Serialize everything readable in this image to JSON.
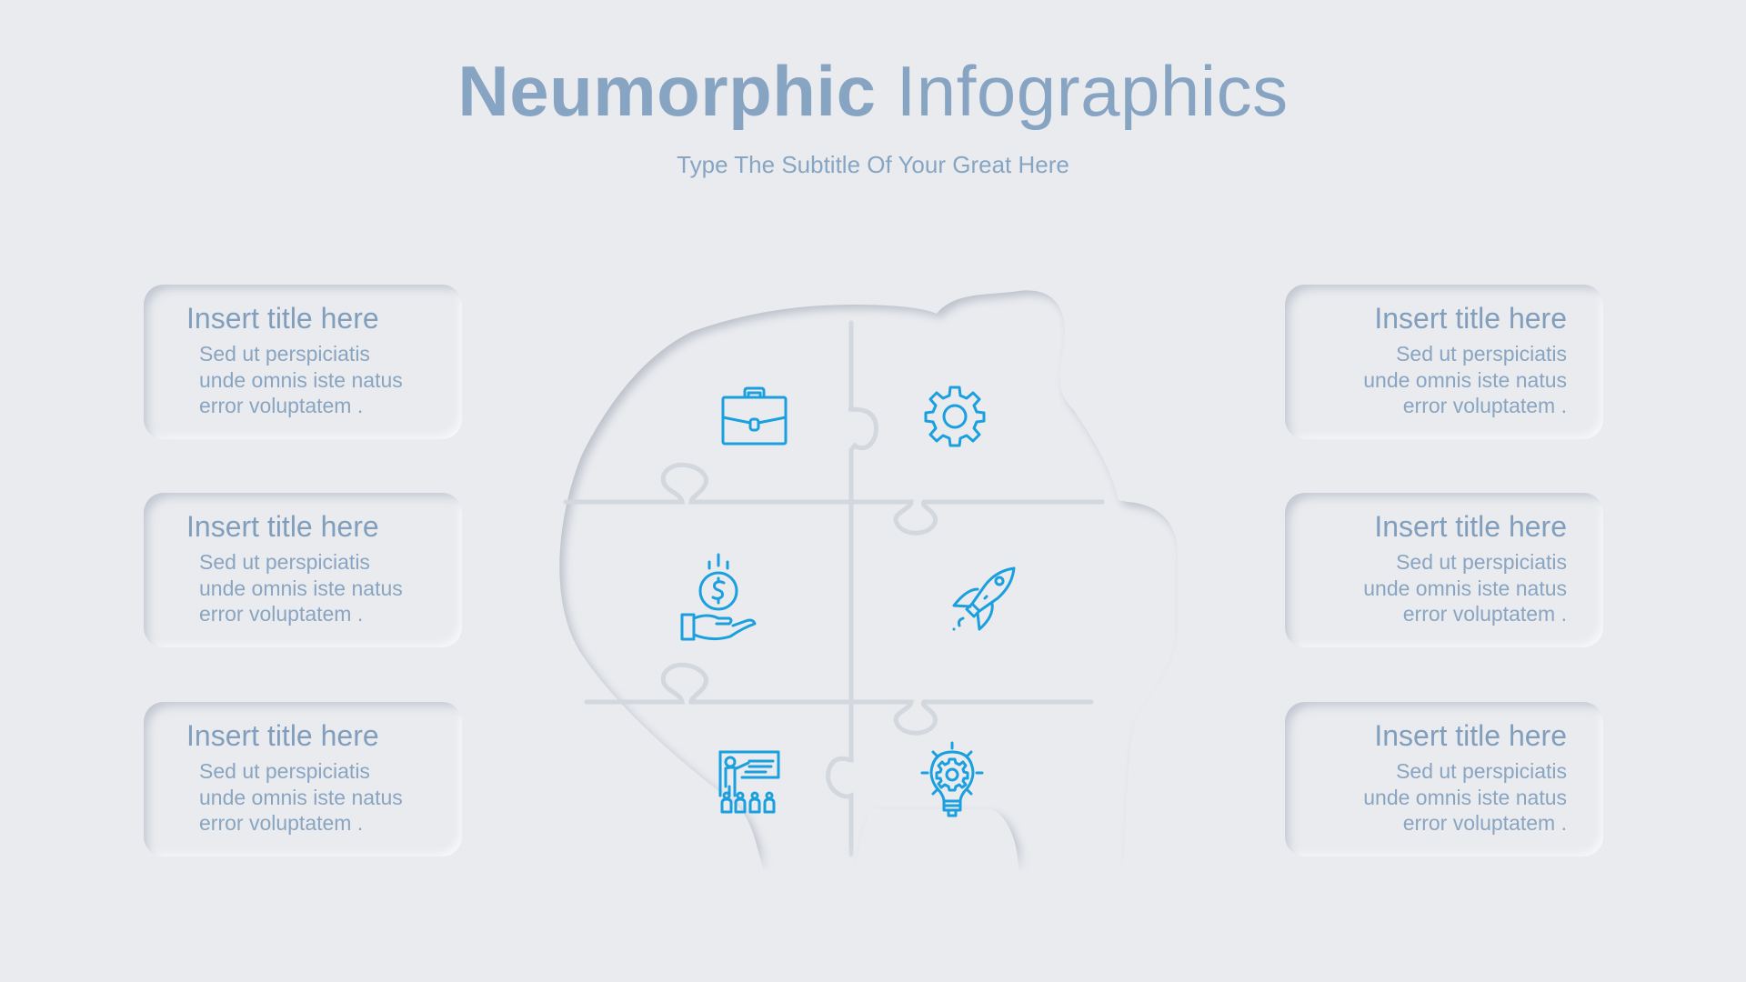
{
  "header": {
    "title_bold": "Neumorphic",
    "title_light": "Infographics",
    "subtitle": "Type The Subtitle Of Your Great Here"
  },
  "colors": {
    "background": "#e9ebef",
    "text": "#87a5c2",
    "icon": "#1a9fdf"
  },
  "cards": {
    "left": [
      {
        "title": "Insert title here",
        "body": "Sed ut perspiciatis\nunde omnis iste natus\nerror voluptatem ."
      },
      {
        "title": "Insert title here",
        "body": "Sed ut perspiciatis\nunde omnis iste natus\nerror voluptatem ."
      },
      {
        "title": "Insert title here",
        "body": "Sed ut perspiciatis\nunde omnis iste natus\nerror voluptatem ."
      }
    ],
    "right": [
      {
        "title": "Insert title here",
        "body": "Sed ut perspiciatis\nunde omnis iste natus\nerror voluptatem ."
      },
      {
        "title": "Insert title here",
        "body": "Sed ut perspiciatis\nunde omnis iste natus\nerror voluptatem ."
      },
      {
        "title": "Insert title here",
        "body": "Sed ut perspiciatis\nunde omnis iste natus\nerror voluptatem ."
      }
    ]
  },
  "puzzle": {
    "shape": "piggy-bank",
    "pieces": [
      {
        "position": "top-left",
        "icon": "briefcase-icon"
      },
      {
        "position": "top-right",
        "icon": "gear-icon"
      },
      {
        "position": "middle-left",
        "icon": "money-hand-icon"
      },
      {
        "position": "middle-right",
        "icon": "rocket-icon"
      },
      {
        "position": "bottom-left",
        "icon": "presentation-icon"
      },
      {
        "position": "bottom-right",
        "icon": "idea-bulb-icon"
      }
    ]
  }
}
